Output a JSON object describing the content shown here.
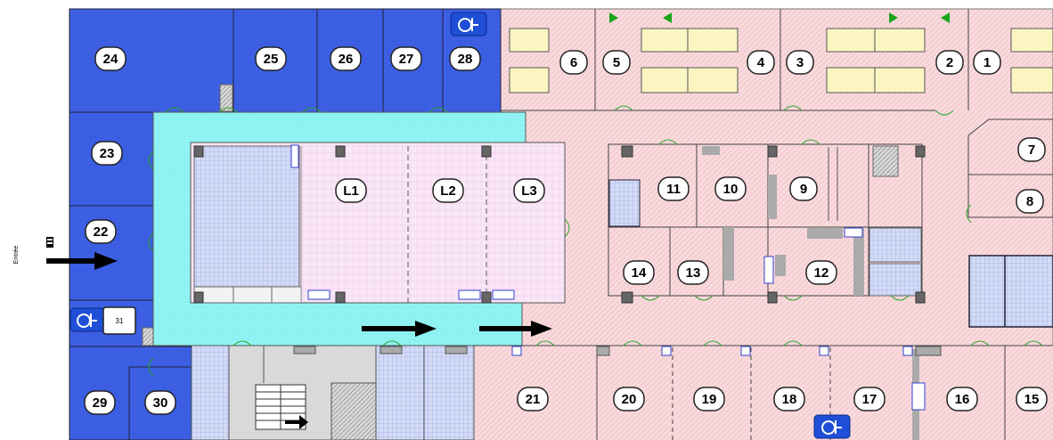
{
  "title": "",
  "entrance_label": "Entrée",
  "colors": {
    "office_blue": "#3f63e6",
    "corridor_cyan": "#8ef6f6",
    "pink_area": "#f7d7db",
    "lab_pink": "#f8e2f4",
    "cream_desk": "#faf4c0",
    "hatched_blue": "#c6cff0",
    "door_green": "#22aa22"
  },
  "rooms": {
    "r1": "1",
    "r2": "2",
    "r3": "3",
    "r4": "4",
    "r5": "5",
    "r6": "6",
    "r7": "7",
    "r8": "8",
    "r9": "9",
    "r10": "10",
    "r11": "11",
    "r12": "12",
    "r13": "13",
    "r14": "14",
    "r15": "15",
    "r16": "16",
    "r17": "17",
    "r18": "18",
    "r19": "19",
    "r20": "20",
    "r21": "21",
    "r22": "22",
    "r23": "23",
    "r24": "24",
    "r25": "25",
    "r26": "26",
    "r27": "27",
    "r28": "28",
    "r29": "29",
    "r30": "30",
    "r31": "31",
    "l1": "L1",
    "l2": "L2",
    "l3": "L3"
  },
  "icons": {
    "accessible_wc": "wheelchair-wc-icon",
    "entrance_arrow": "arrow-right-icon",
    "stairs": "staircase-icon",
    "exit_arrow": "green-arrow-icon"
  }
}
